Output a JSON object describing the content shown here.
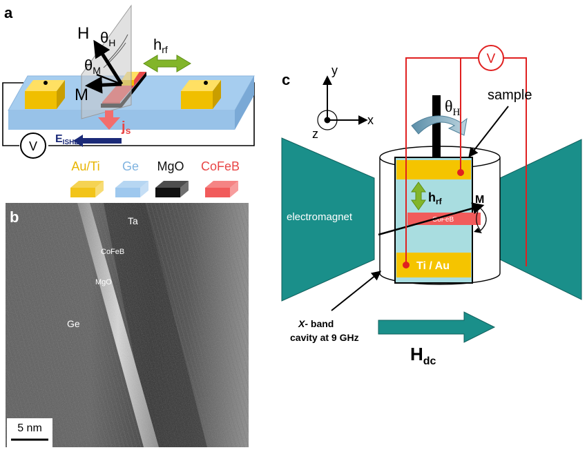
{
  "panels": {
    "a": "a",
    "b": "b",
    "c": "c"
  },
  "panel_a": {
    "H": "H",
    "theta": "θ",
    "H_sub": "H",
    "M_sub": "M",
    "M": "M",
    "h": "h",
    "rf_sub": "rf",
    "j": "j",
    "s_sub": "s",
    "E": "E",
    "ishe_sub": "ISHE",
    "voltmeter": "V",
    "legend": [
      {
        "label": "Au/Ti",
        "color": "#f2c419",
        "text_color": "#e8b400"
      },
      {
        "label": "Ge",
        "color": "#9ec8ee",
        "text_color": "#7fb3e0"
      },
      {
        "label": "MgO",
        "color": "#111111",
        "text_color": "#111111"
      },
      {
        "label": "CoFeB",
        "color": "#f15b5b",
        "text_color": "#e84545"
      }
    ]
  },
  "panel_b": {
    "labels": {
      "ta": "Ta",
      "cofeb": "CoFeB",
      "mgo": "MgO",
      "ge": "Ge"
    },
    "scale_bar": "5 nm"
  },
  "panel_c": {
    "voltmeter": "V",
    "axis_y": "y",
    "axis_x": "x",
    "axis_z": "z",
    "theta": "θ",
    "theta_sub": "H",
    "sample": "sample",
    "electromagnet": "electromagnet",
    "h": "h",
    "rf_sub": "rf",
    "M": "M",
    "cofeb": "CoFeB",
    "ti_au": "Ti / Au",
    "cavity_line1_italic": "X-",
    "cavity_line1_rest": " band",
    "cavity_line2": "cavity at 9 GHz",
    "H_dc": "H",
    "dc_sub": "dc"
  },
  "colors": {
    "gold": "#f5c400",
    "ge_blue": "#9ec8ee",
    "cofeb_red": "#f15b5b",
    "teal": "#1a8f8a",
    "cavity_fill": "#a9dde0",
    "wire_red": "#e02020",
    "navy": "#1b2a78",
    "green": "#6da024"
  }
}
